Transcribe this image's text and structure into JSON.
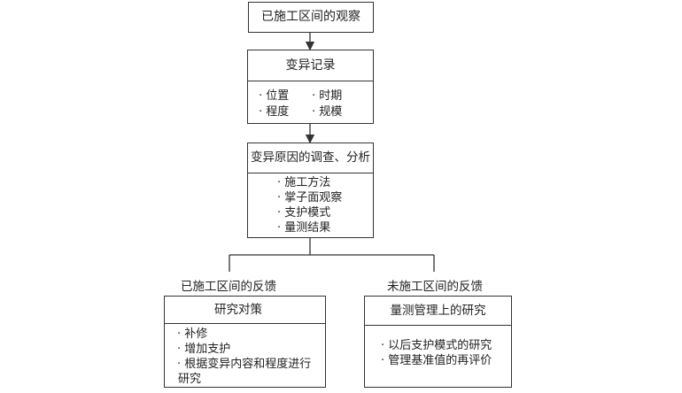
{
  "boxes": {
    "observe": {
      "title": "已施工区间的观察"
    },
    "record": {
      "title": "变异记录",
      "items": [
        "位置",
        "时期",
        "程度",
        "规模"
      ]
    },
    "analysis": {
      "title": "变异原因的调查、分析",
      "items": [
        "施工方法",
        "掌子面观察",
        "支护模式",
        "量测结果"
      ]
    },
    "countermeasure": {
      "branch_label": "已施工区间的反馈",
      "title": "研究对策",
      "items": [
        "补修",
        "增加支护",
        "根据变异内容和程度进行",
        "研究"
      ]
    },
    "management": {
      "branch_label": "未施工区间的反馈",
      "title": "量测管理上的研究",
      "items": [
        "以后支护模式的研究",
        "管理基准值的再评价"
      ]
    }
  },
  "bullet_char": "·"
}
